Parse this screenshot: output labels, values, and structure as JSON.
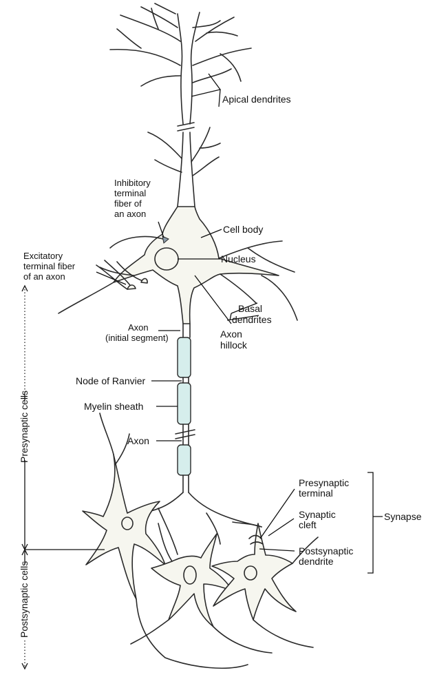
{
  "labels": {
    "apical_dendrites": "Apical dendrites",
    "inhibitory": [
      "Inhibitory",
      "terminal",
      "fiber of",
      "an axon"
    ],
    "cell_body": "Cell body",
    "nucleus": "Nucleus",
    "excitatory": [
      "Excitatory",
      "terminal fiber",
      "of an axon"
    ],
    "basal_dendrites": [
      "Basal",
      "dendrites"
    ],
    "axon_initial": [
      "Axon",
      "(initial segment)"
    ],
    "axon_hillock": [
      "Axon",
      "hillock"
    ],
    "node_of_ranvier": "Node of Ranvier",
    "myelin_sheath": "Myelin sheath",
    "axon": "Axon",
    "presynaptic_terminal": [
      "Presynaptic",
      "terminal"
    ],
    "synaptic_cleft": [
      "Synaptic",
      "cleft"
    ],
    "postsynaptic_dendrite": [
      "Postsynaptic",
      "dendrite"
    ],
    "synapse": "Synapse",
    "presynaptic_cells": "Presynaptic cells",
    "postsynaptic_cells": "Postsynaptic cells"
  },
  "colors": {
    "myelin": "#d6eeec",
    "cell_fill": "#f6f6ef",
    "outline": "#2a2a2a"
  }
}
